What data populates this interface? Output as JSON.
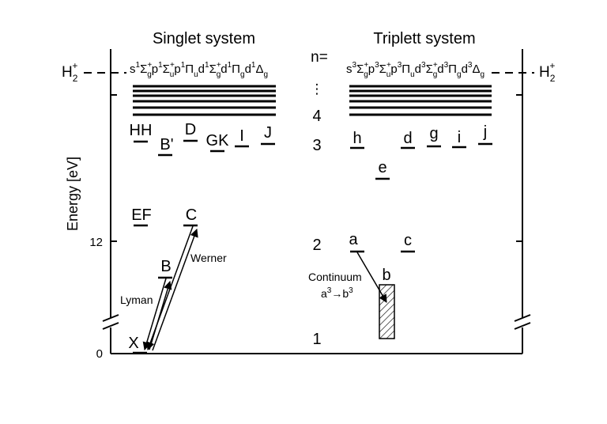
{
  "headings": {
    "singlet": "Singlet system",
    "triplet": "Triplett system"
  },
  "ion_label": {
    "base": "H",
    "sub": "2",
    "sup": "+"
  },
  "axis": {
    "ylabel": "Energy [eV]",
    "tick_12": "12",
    "tick_0": "0"
  },
  "n_column": {
    "header": "n=",
    "dots": "⋮",
    "n4": "4",
    "n3": "3",
    "n2": "2",
    "n1": "1"
  },
  "singlet_series": {
    "s1": "s",
    "s1_mult": "1",
    "sigma_g": "Σ",
    "g1": "g",
    "plus1": "+",
    "p1": "p",
    "p1_mult": "1",
    "sigma_u": "Σ",
    "u1": "u",
    "plus2": "+",
    "p2": "p",
    "p2_mult": "1",
    "pi_u": "Π",
    "u2": "u",
    "d1": "d",
    "d1_mult": "1",
    "sigma_g2": "Σ",
    "g2": "g",
    "plus3": "+",
    "d2": "d",
    "d2_mult": "1",
    "pi_g": "Π",
    "g3": "g",
    "d3": "d",
    "d3_mult": "1",
    "delta_g": "Δ",
    "g4": "g"
  },
  "triplet_series": {
    "s1": "s",
    "s1_mult": "3",
    "sigma_g": "Σ",
    "g1": "g",
    "plus1": "+",
    "p1": "p",
    "p1_mult": "3",
    "sigma_u": "Σ",
    "u1": "u",
    "plus2": "+",
    "p2": "p",
    "p2_mult": "3",
    "pi_u": "Π",
    "u2": "u",
    "d1": "d",
    "d1_mult": "3",
    "sigma_g2": "Σ",
    "g2": "g",
    "plus3": "+",
    "d2": "d",
    "d2_mult": "3",
    "pi_g": "Π",
    "g3": "g",
    "d3": "d",
    "d3_mult": "3",
    "delta_g": "Δ",
    "g4": "g"
  },
  "singlet_states": {
    "HH": "HH",
    "B_prime": "B'",
    "D": "D",
    "GK": "GK",
    "I": "I",
    "J": "J",
    "EF": "EF",
    "C": "C",
    "B": "B",
    "X": "X"
  },
  "triplet_states": {
    "h": "h",
    "d": "d",
    "g": "g",
    "i": "i",
    "j": "j",
    "e": "e",
    "a": "a",
    "c": "c",
    "b": "b"
  },
  "transitions": {
    "lyman": "Lyman",
    "werner": "Werner"
  },
  "continuum": {
    "label": "Continuum",
    "a": "a",
    "a_sup": "3",
    "arrow": "→",
    "b": "b",
    "b_sup": "3"
  }
}
